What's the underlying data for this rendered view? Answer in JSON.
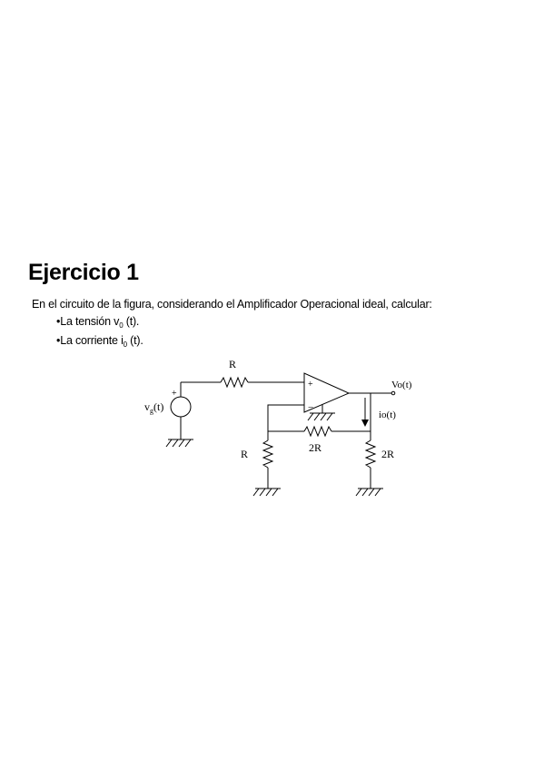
{
  "exercise": {
    "title": "Ejercicio 1",
    "intro": "En el circuito de la figura, considerando el Amplificador Operacional ideal, calcular:",
    "items": [
      {
        "bullet": "•",
        "text": "La tensión v",
        "sub": "0",
        "tail": " (t)."
      },
      {
        "bullet": "•",
        "text": "La corriente i",
        "sub": "0",
        "tail": " (t)."
      }
    ]
  },
  "circuit": {
    "source_label_main": "v",
    "source_label_sub": "g",
    "source_label_tail": "(t)",
    "source_plus": "+",
    "input_resistor": "R",
    "feedback_resistor": "2R",
    "ground_resistor": "R",
    "load_resistor": "2R",
    "opamp_plus": "+",
    "opamp_minus": "−",
    "output_label": "Vo(t)",
    "current_label": "io(t)"
  }
}
